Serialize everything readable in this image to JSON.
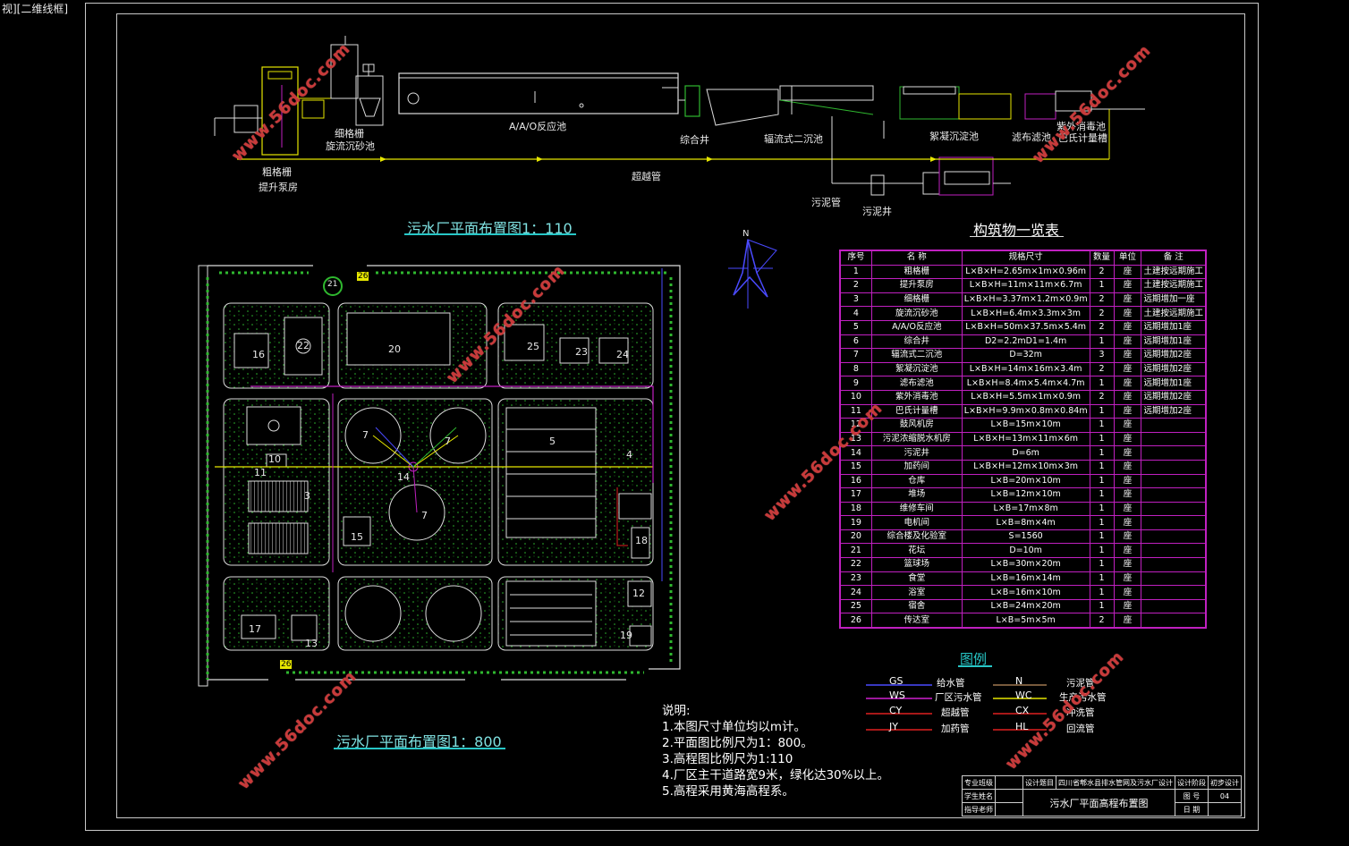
{
  "view_label": "视][二维线框]",
  "profile_title": "污水厂平面布置图1：110",
  "plan_title": "污水厂平面布置图1：800",
  "profile_labels": {
    "coarse_screen": "粗格栅",
    "lift_pump": "提升泵房",
    "fine_screen": "细格栅",
    "grit_chamber": "旋流沉砂池",
    "aao": "A/A/O反应池",
    "junction_well": "综合井",
    "secondary_clarifier": "辐流式二沉池",
    "coag_tank": "絮凝沉淀池",
    "filter": "滤布滤池",
    "uv": "紫外消毒池",
    "parshall": "巴氏计量槽",
    "bypass": "超越管",
    "sludge_pipe": "污泥管",
    "sludge_well": "污泥井"
  },
  "plan_numbers": {
    "n16": "16",
    "n22": "22",
    "n20": "20",
    "n25": "25",
    "n23": "23",
    "n24": "24",
    "n21": "21",
    "n26a": "26",
    "n26b": "26",
    "n7a": "7",
    "n7b": "7",
    "n7c": "7",
    "n14": "14",
    "n5": "5",
    "n4": "4",
    "n18": "18",
    "n10": "10",
    "n11": "11",
    "n3": "3",
    "n15": "15",
    "n12": "12",
    "n19": "19",
    "n17": "17",
    "n13": "13"
  },
  "compass_n": "N",
  "table": {
    "title": "构筑物一览表",
    "headers": [
      "序号",
      "名 称",
      "规格尺寸",
      "数量",
      "单位",
      "备 注"
    ],
    "rows": [
      [
        "1",
        "粗格栅",
        "L×B×H=2.65m×1m×0.96m",
        "2",
        "座",
        "土建按远期施工"
      ],
      [
        "2",
        "提升泵房",
        "L×B×H=11m×11m×6.7m",
        "1",
        "座",
        "土建按远期施工"
      ],
      [
        "3",
        "细格栅",
        "L×B×H=3.37m×1.2m×0.9m",
        "2",
        "座",
        "远期增加一座"
      ],
      [
        "4",
        "旋流沉砂池",
        "L×B×H=6.4m×3.3m×3m",
        "2",
        "座",
        "土建按远期施工"
      ],
      [
        "5",
        "A/A/O反应池",
        "L×B×H=50m×37.5m×5.4m",
        "2",
        "座",
        "远期增加1座"
      ],
      [
        "6",
        "综合井",
        "D2=2.2mD1=1.4m",
        "1",
        "座",
        "远期增加1座"
      ],
      [
        "7",
        "辐流式二沉池",
        "D=32m",
        "3",
        "座",
        "远期增加2座"
      ],
      [
        "8",
        "絮凝沉淀池",
        "L×B×H=14m×16m×3.4m",
        "2",
        "座",
        "远期增加2座"
      ],
      [
        "9",
        "滤布滤池",
        "L×B×H=8.4m×5.4m×4.7m",
        "1",
        "座",
        "远期增加1座"
      ],
      [
        "10",
        "紫外消毒池",
        "L×B×H=5.5m×1m×0.9m",
        "2",
        "座",
        "远期增加2座"
      ],
      [
        "11",
        "巴氏计量槽",
        "L×B×H=9.9m×0.8m×0.84m",
        "1",
        "座",
        "远期增加2座"
      ],
      [
        "12",
        "鼓风机房",
        "L×B=15m×10m",
        "1",
        "座",
        ""
      ],
      [
        "13",
        "污泥浓缩脱水机房",
        "L×B×H=13m×11m×6m",
        "1",
        "座",
        ""
      ],
      [
        "14",
        "污泥井",
        "D=6m",
        "1",
        "座",
        ""
      ],
      [
        "15",
        "加药间",
        "L×B×H=12m×10m×3m",
        "1",
        "座",
        ""
      ],
      [
        "16",
        "仓库",
        "L×B=20m×10m",
        "1",
        "座",
        ""
      ],
      [
        "17",
        "堆场",
        "L×B=12m×10m",
        "1",
        "座",
        ""
      ],
      [
        "18",
        "维修车间",
        "L×B=17m×8m",
        "1",
        "座",
        ""
      ],
      [
        "19",
        "电机间",
        "L×B=8m×4m",
        "1",
        "座",
        ""
      ],
      [
        "20",
        "综合楼及化验室",
        "S=1560",
        "1",
        "座",
        ""
      ],
      [
        "21",
        "花坛",
        "D=10m",
        "1",
        "座",
        ""
      ],
      [
        "22",
        "篮球场",
        "L×B=30m×20m",
        "1",
        "座",
        ""
      ],
      [
        "23",
        "食堂",
        "L×B=16m×14m",
        "1",
        "座",
        ""
      ],
      [
        "24",
        "浴室",
        "L×B=16m×10m",
        "1",
        "座",
        ""
      ],
      [
        "25",
        "宿舍",
        "L×B=24m×20m",
        "1",
        "座",
        ""
      ],
      [
        "26",
        "传达室",
        "L×B=5m×5m",
        "2",
        "座",
        ""
      ]
    ]
  },
  "legend": {
    "title": "图例",
    "items": [
      {
        "code": "GS",
        "name": "给水管",
        "color": "#4a4aff"
      },
      {
        "code": "N",
        "name": "污泥管",
        "color": "#a07850"
      },
      {
        "code": "WS",
        "name": "厂区污水管",
        "color": "#d020d0"
      },
      {
        "code": "WC",
        "name": "生产污水管",
        "color": "#e6e600"
      },
      {
        "code": "CY",
        "name": "超越管",
        "color": "#e02020"
      },
      {
        "code": "CX",
        "name": "冲洗管",
        "color": "#e02020"
      },
      {
        "code": "JY",
        "name": "加药管",
        "color": "#e02020"
      },
      {
        "code": "HL",
        "name": "回流管",
        "color": "#e02020"
      }
    ]
  },
  "notes": {
    "heading": "说明:",
    "lines": [
      "1.本图尺寸单位均以m计。",
      "2.平面图比例尺为1：800。",
      "3.高程图比例尺为1:110",
      "4.厂区主干道路宽9米，绿化达30%以上。",
      "5.高程采用黄海高程系。"
    ]
  },
  "title_block": {
    "class_label": "专业班级",
    "student_label": "学生姓名",
    "advisor_label": "指导老师",
    "design_topic_label": "设计题目",
    "design_topic": "四川省郫水县排水管网及污水厂设计",
    "stage_label": "设计阶段",
    "stage_value": "初步设计",
    "drawing_name": "污水厂平面高程布置图",
    "drawing_no_label": "图 号",
    "drawing_no": "04",
    "date_label": "日 期"
  },
  "watermark": "www.56doc.com"
}
